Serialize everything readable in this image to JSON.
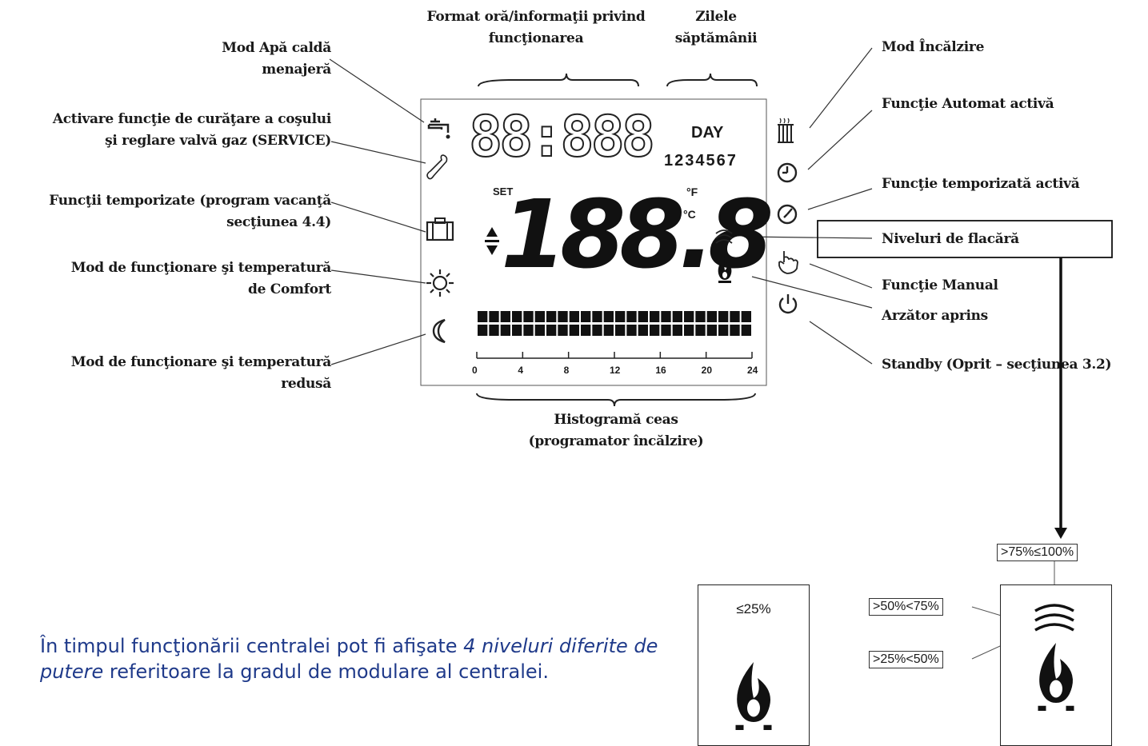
{
  "top_labels": {
    "format": [
      "Format oră/informaţii privind",
      "funcţionarea"
    ],
    "days": [
      "Zilele",
      "săptămânii"
    ]
  },
  "left_labels": [
    [
      "Mod Apă caldă",
      "menajeră"
    ],
    [
      "Activare funcţie de curăţare a coşului",
      "şi reglare valvă gaz (SERVICE)"
    ],
    [
      "Funcţii temporizate (program vacanţă",
      "secţiunea 4.4)"
    ],
    [
      "Mod de funcţionare şi temperatură",
      "de Comfort"
    ],
    [
      "Mod de funcţionare şi temperatură",
      "redusă"
    ]
  ],
  "right_labels": [
    "Mod Încălzire",
    "Funcţie Automat activă",
    "Funcţie temporizată activă",
    "Niveluri de flacără",
    "Funcţie Manual",
    "Arzător aprins",
    "Standby (Oprit – secţiunea 3.2)"
  ],
  "bottom_label": [
    "Histogramă ceas",
    "(programator încălzire)"
  ],
  "lcd": {
    "clock": "88:888",
    "day_label": "DAY",
    "days": "1234567",
    "set_label": "SET",
    "temperature": "188.8",
    "unit_f": "°F",
    "unit_c": "°C",
    "hist_ticks": [
      "0",
      "4",
      "8",
      "12",
      "16",
      "20",
      "24"
    ]
  },
  "flame_levels": {
    "single": "≤25%",
    "top": ">75%≤100%",
    "mid": ">50%<75%",
    "low": ">25%<50%"
  },
  "bottom_text": {
    "part1": "În timpul funcţionării centralei pot fi afişate ",
    "emphasis": "4 niveluri diferite de putere",
    "part2": " referitoare la gradul de modulare al centralei."
  }
}
